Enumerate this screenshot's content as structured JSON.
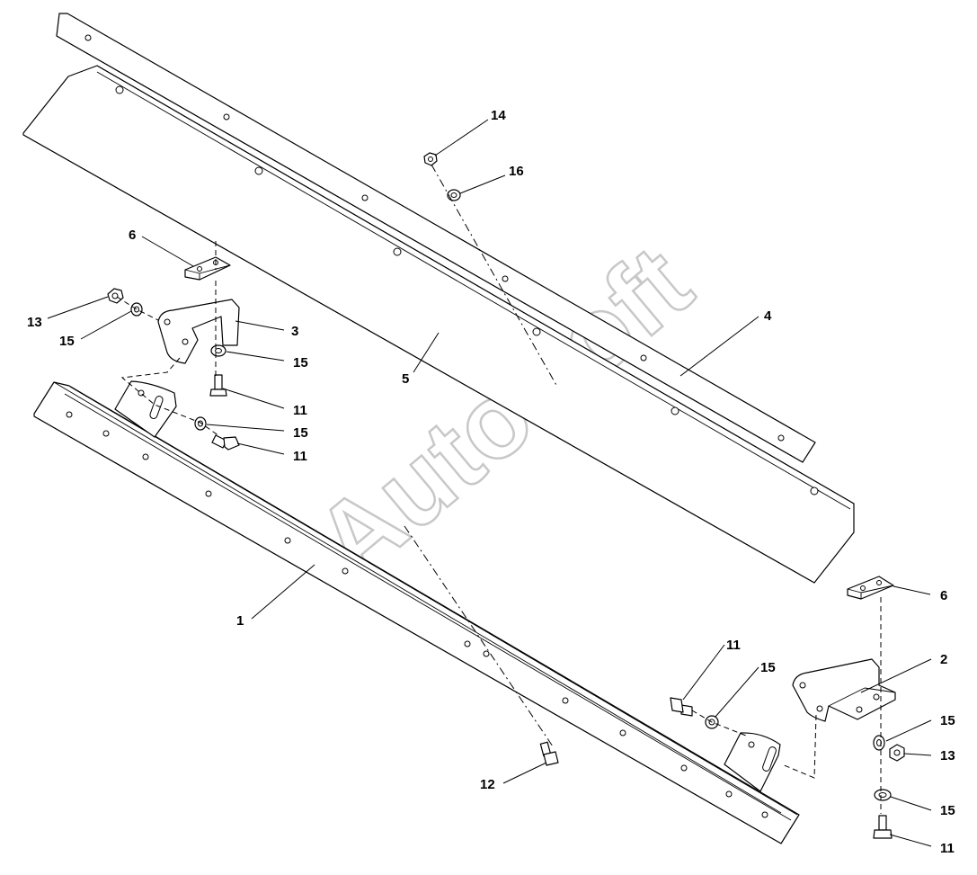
{
  "watermark": "AutoSoft",
  "callouts": [
    {
      "id": "c14",
      "label": "14"
    },
    {
      "id": "c16",
      "label": "16"
    },
    {
      "id": "c6a",
      "label": "6"
    },
    {
      "id": "c4",
      "label": "4"
    },
    {
      "id": "c13a",
      "label": "13"
    },
    {
      "id": "c15a",
      "label": "15"
    },
    {
      "id": "c3",
      "label": "3"
    },
    {
      "id": "c15b",
      "label": "15"
    },
    {
      "id": "c5",
      "label": "5"
    },
    {
      "id": "c11a",
      "label": "11"
    },
    {
      "id": "c15c",
      "label": "15"
    },
    {
      "id": "c11b",
      "label": "11"
    },
    {
      "id": "c6b",
      "label": "6"
    },
    {
      "id": "c1",
      "label": "1"
    },
    {
      "id": "c11c",
      "label": "11"
    },
    {
      "id": "c15d",
      "label": "15"
    },
    {
      "id": "c2",
      "label": "2"
    },
    {
      "id": "c15e",
      "label": "15"
    },
    {
      "id": "c13b",
      "label": "13"
    },
    {
      "id": "c12",
      "label": "12"
    },
    {
      "id": "c15f",
      "label": "15"
    },
    {
      "id": "c11d",
      "label": "11"
    }
  ]
}
